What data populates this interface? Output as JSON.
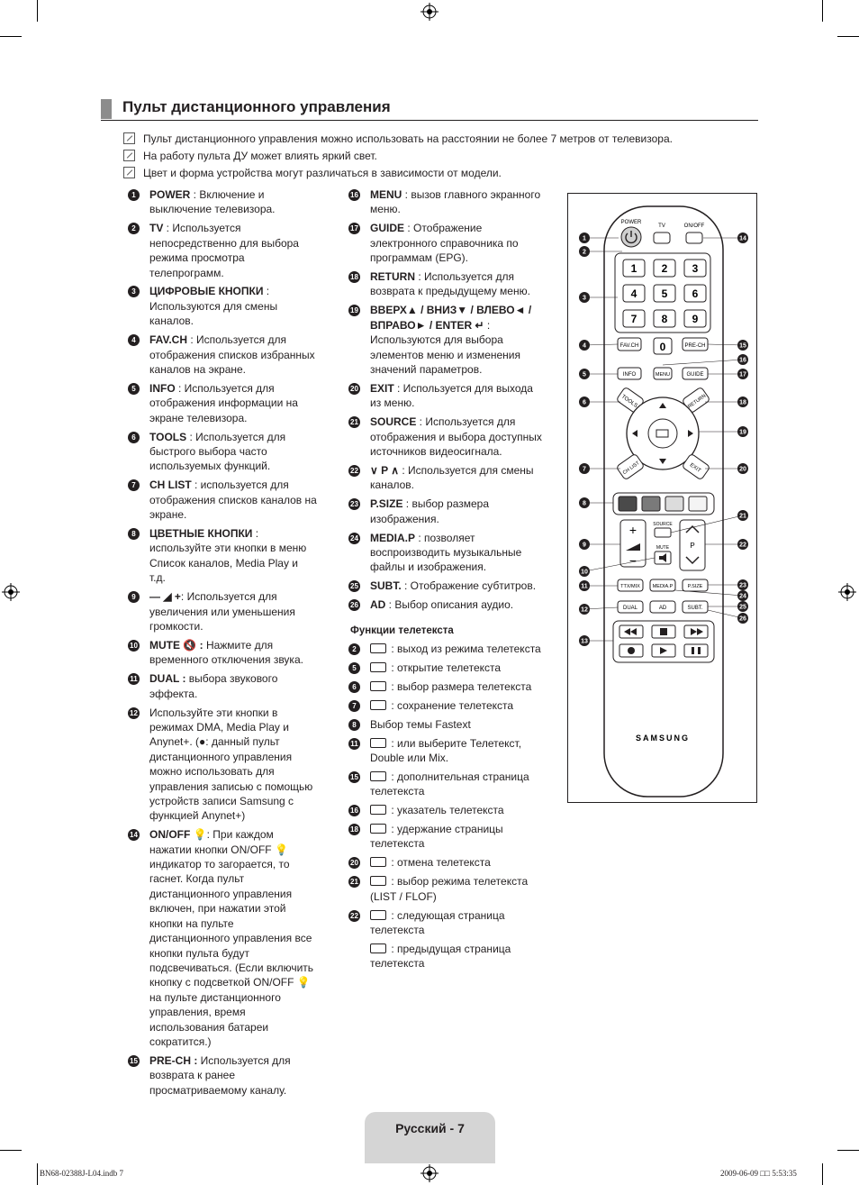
{
  "title": "Пульт дистанционного управления",
  "notes": [
    "Пульт дистанционного управления можно использовать на расстоянии не более 7 метров от телевизора.",
    "На работу пульта ДУ может влиять яркий свет.",
    "Цвет и форма устройства могут различаться в зависимости от модели."
  ],
  "col1": [
    {
      "n": "1",
      "key": "POWER",
      "text": " : Включение и выключение телевизора."
    },
    {
      "n": "2",
      "key": "TV",
      "text": " : Используется непосредственно для выбора режима просмотра телепрограмм."
    },
    {
      "n": "3",
      "key": "ЦИФРОВЫЕ КНОПКИ",
      "text": " : Используются для смены каналов."
    },
    {
      "n": "4",
      "key": "FAV.CH",
      "text": " : Используется для отображения списков избранных каналов на экране."
    },
    {
      "n": "5",
      "key": "INFO",
      "text": " : Используется для отображения информации на экране телевизора."
    },
    {
      "n": "6",
      "key": "TOOLS",
      "text": " : Используется для быстрого выбора часто используемых функций."
    },
    {
      "n": "7",
      "key": "CH LIST",
      "text": " : используется для отображения списков каналов на экране."
    },
    {
      "n": "8",
      "key": "ЦВЕТНЫЕ КНОПКИ",
      "text": " : используйте эти кнопки в меню Список каналов, Media Play и т.д."
    },
    {
      "n": "9",
      "key": "— ◢ +",
      "text": ": Используется для увеличения или уменьшения громкости."
    },
    {
      "n": "10",
      "key": "MUTE 🔇 :",
      "text": " Нажмите для временного отключения звука."
    },
    {
      "n": "11",
      "key": "DUAL :",
      "text": " выбора звукового эффекта."
    },
    {
      "n": "12",
      "key": "",
      "text": "Используйте эти кнопки в режимах DMA, Media Play и Anynet+. (●: данный пульт дистанционного управления можно использовать для управления записью с помощью устройств записи Samsung с функцией Anynet+)"
    },
    {
      "n": "14",
      "key": "ON/OFF 💡",
      "text": ": При каждом нажатии кнопки ON/OFF 💡 индикатор то загорается, то гаснет. Когда пульт дистанционного управления включен, при нажатии этой кнопки на пульте дистанционного управления все кнопки пульта будут подсвечиваться. (Если включить кнопку с подсветкой ON/OFF 💡 на пульте дистанционного управления, время использования батареи сократится.)"
    },
    {
      "n": "15",
      "key": "PRE-CH :",
      "text": " Используется для возврата к ранее просматриваемому каналу."
    }
  ],
  "col2": [
    {
      "n": "16",
      "key": "MENU",
      "text": " : вызов главного экранного меню."
    },
    {
      "n": "17",
      "key": "GUIDE",
      "text": " : Отображение электронного справочника по программам (EPG)."
    },
    {
      "n": "18",
      "key": "RETURN",
      "text": " : Используется для возврата к предыдущему меню."
    },
    {
      "n": "19",
      "key": "ВВЕРХ▲ / ВНИЗ▼ / ВЛЕВО◄ / ВПРАВО► / ENTER ↵",
      "text": " : Используются для выбора элементов меню и изменения значений параметров."
    },
    {
      "n": "20",
      "key": "EXIT",
      "text": " : Используется для выхода из меню."
    },
    {
      "n": "21",
      "key": "SOURCE",
      "text": " : Используется для отображения и выбора доступных источников видеосигнала."
    },
    {
      "n": "22",
      "key": "∨ P ∧",
      "text": " : Используется для смены каналов."
    },
    {
      "n": "23",
      "key": "P.SIZE",
      "text": " : выбор размера изображения."
    },
    {
      "n": "24",
      "key": "MEDIA.P",
      "text": " : позволяет воспроизводить музыкальные файлы и изображения."
    },
    {
      "n": "25",
      "key": "SUBT.",
      "text": " : Отображение субтитров."
    },
    {
      "n": "26",
      "key": "AD",
      "text": " : Выбор описания аудио."
    }
  ],
  "teletext_heading": "Функции телетекста",
  "teletext": [
    {
      "n": "2",
      "text": " : выход из режима телетекста"
    },
    {
      "n": "5",
      "text": " : открытие телетекста"
    },
    {
      "n": "6",
      "text": " : выбор размера телетекста"
    },
    {
      "n": "7",
      "text": " : сохранение телетекста"
    },
    {
      "n": "8",
      "text": "Выбор темы Fastext"
    },
    {
      "n": "11",
      "text": " : или выберите Телетекст, Double или Mix."
    },
    {
      "n": "15",
      "text": " : дополнительная страница телетекста"
    },
    {
      "n": "16",
      "text": " : указатель телетекста"
    },
    {
      "n": "18",
      "text": " : удержание страницы телетекста"
    },
    {
      "n": "20",
      "text": " : отмена телетекста"
    },
    {
      "n": "21",
      "text": " : выбор режима телетекста (LIST / FLOF)"
    },
    {
      "n": "22",
      "text": " : следующая страница телетекста"
    },
    {
      "n": "",
      "text": " : предыдущая страница телетекста"
    }
  ],
  "remote": {
    "power": "POWER",
    "tv": "TV",
    "onoff": "ON/OFF",
    "digits": [
      "1",
      "2",
      "3",
      "4",
      "5",
      "6",
      "7",
      "8",
      "9"
    ],
    "zero": "0",
    "favch": "FAV.CH",
    "prech": "PRE-CH",
    "info": "INFO",
    "menu": "MENU",
    "guide": "GUIDE",
    "tools": "TOOLS",
    "return": "RETURN",
    "chlist": "CH LIST",
    "exit": "EXIT",
    "source": "SOURCE",
    "mute": "MUTE",
    "p": "P",
    "ttxmix": "TTX/MIX",
    "mediap": "MEDIA.P",
    "psize": "P.SIZE",
    "dual": "DUAL",
    "ad": "AD",
    "subt": "SUBT.",
    "brand": "SAMSUNG",
    "callouts_left": [
      "1",
      "2",
      "3",
      "4",
      "5",
      "6",
      "7",
      "8",
      "9",
      "10",
      "11",
      "12",
      "13"
    ],
    "callouts_right": [
      "14",
      "15",
      "16",
      "17",
      "18",
      "19",
      "20",
      "21",
      "22",
      "23",
      "24",
      "25",
      "26"
    ]
  },
  "footer": "Русский - 7",
  "imprint_left": "BN68-02388J-L04.indb   7",
  "imprint_right": "2009-06-09   □□ 5:53:35"
}
